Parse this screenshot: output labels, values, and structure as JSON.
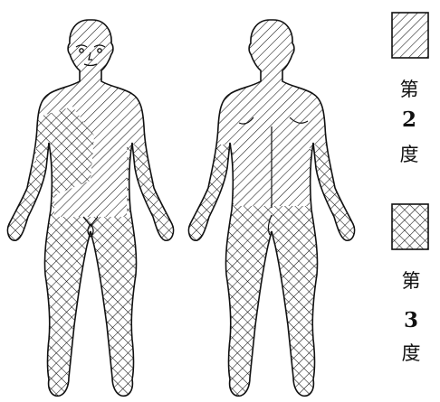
{
  "legend": {
    "items": [
      {
        "pattern": "single-diagonal-hatch",
        "label_top": "第",
        "label_num": "2",
        "label_bottom": "度"
      },
      {
        "pattern": "cross-hatch",
        "label_top": "第",
        "label_num": "3",
        "label_bottom": "度"
      }
    ]
  },
  "colors": {
    "ink": "#111111",
    "background": "#ffffff"
  }
}
